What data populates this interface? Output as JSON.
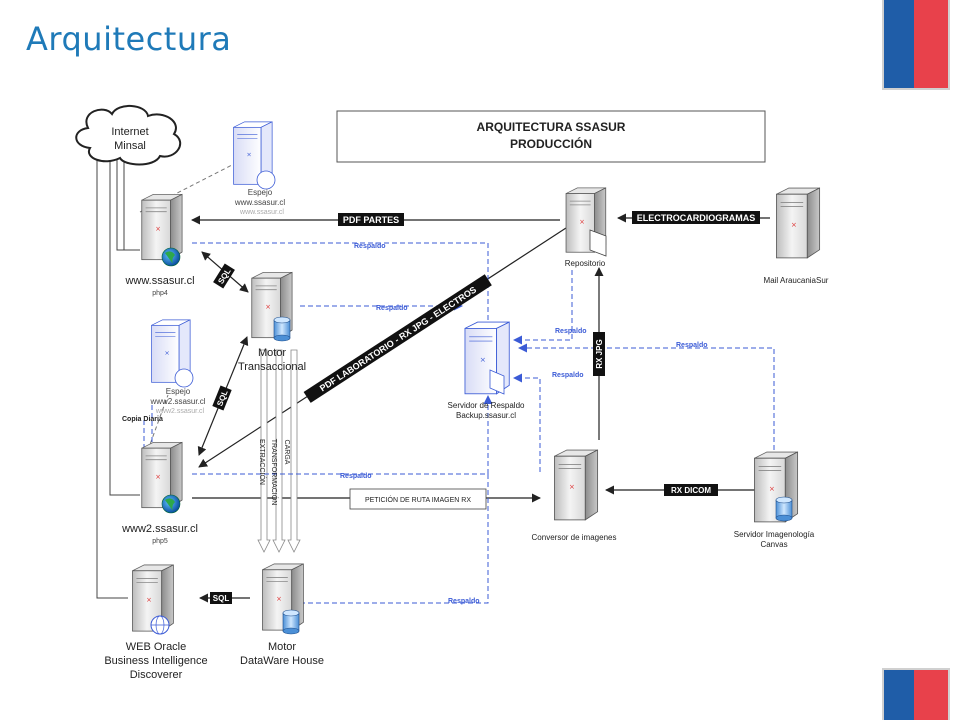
{
  "slide": {
    "title": "Arquitectura"
  },
  "colors": {
    "title": "#1f7ab8",
    "flag_blue": "#1f5da8",
    "flag_red": "#e8414b",
    "backup_line": "#3b5bd6"
  },
  "diagram": {
    "title_line1": "ARQUITECTURA SSASUR",
    "title_line2": "PRODUCCIÓN",
    "cloud": {
      "line1": "Internet",
      "line2": "Minsal"
    },
    "nodes": {
      "espejo1": {
        "line1": "Espejo",
        "line2": "www.ssasur.cl",
        "line3": "www.ssasur.cl"
      },
      "ssasur": {
        "label": "www.ssasur.cl",
        "sub": "php4"
      },
      "motor_trans": {
        "line1": "Motor",
        "line2": "Transaccional"
      },
      "espejo2": {
        "line1": "Espejo",
        "line2": "www2.ssasur.cl",
        "line3": "www2.ssasur.cl"
      },
      "copia": "Copia Diaria",
      "www2": {
        "label": "www2.ssasur.cl",
        "sub": "php5"
      },
      "web_oracle": {
        "line1": "WEB Oracle",
        "line2": "Business Intelligence",
        "line3": "Discoverer"
      },
      "dwh": {
        "line1": "Motor",
        "line2": "DataWare House"
      },
      "repositorio": "Repositorio",
      "mail": "Mail AraucaniaSur",
      "backup": {
        "line1": "Servidor de Respaldo",
        "line2": "Backup.ssasur.cl"
      },
      "conversor": "Conversor de imagenes",
      "imagenologia": {
        "line1": "Servidor Imagenología",
        "line2": "Canvas"
      }
    },
    "labels": {
      "pdf_partes": "PDF PARTES",
      "electro": "ELECTROCARDIOGRAMAS",
      "pdf_lab": "PDF LABORATORIO - RX JPG - ELECTROS",
      "rx_jpg": "RX JPG",
      "rx_dicom": "RX DICOM",
      "sql": "SQL",
      "respaldo": "Respaldo",
      "peticion": "PETICIÓN DE RUTA IMAGEN RX",
      "carga": "CARGA",
      "transformacion": "TRANSFORMACIÓN",
      "extraccion": "EXTRACCIÓN"
    }
  }
}
